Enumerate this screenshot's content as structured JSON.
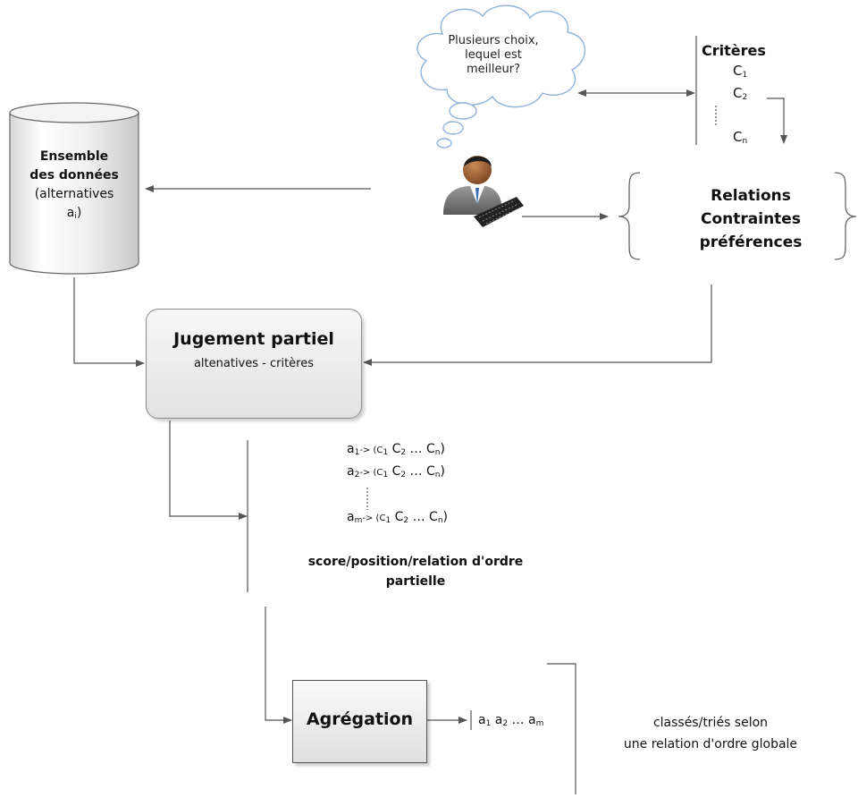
{
  "thought_bubble": {
    "line1": "Plusieurs choix,",
    "line2": "lequel est",
    "line3": "meilleur?"
  },
  "criteria": {
    "title": "Critères",
    "c1": "C",
    "c1_sub": "1",
    "c2": "C",
    "c2_sub": "2",
    "cn": "C",
    "cn_sub": "n"
  },
  "dataset": {
    "line1": "Ensemble",
    "line2": "des données",
    "line3": "(alternatives",
    "line4": "a",
    "line4_sub": "i",
    "line4_end": ")"
  },
  "relations": {
    "line1": "Relations",
    "line2": "Contraintes",
    "line3": "préférences"
  },
  "partial_judgement": {
    "title": "Jugement partiel",
    "subtitle": "altenatives - critères"
  },
  "partial_list": {
    "row1_a": "a",
    "row1_a_sub": "1",
    "row1_rest": "-> (C",
    "row1_c1_sub": "1",
    "row1_mid": " C",
    "row1_c2_sub": "2",
    "row1_dots": " … C",
    "row1_cn_sub": "n",
    "row1_end": ")",
    "row2_a": "a",
    "row2_a_sub": "2",
    "row2_rest": "-> (C",
    "row2_c1_sub": "1",
    "row2_mid": " C",
    "row2_c2_sub": "2",
    "row2_dots": " … C",
    "row2_cn_sub": "n",
    "row2_end": ")",
    "row3_a": "a",
    "row3_a_sub": "m",
    "row3_rest": "-> (C",
    "row3_c1_sub": "1",
    "row3_mid": " C",
    "row3_c2_sub": "2",
    "row3_dots": " … C",
    "row3_cn_sub": "n",
    "row3_end": ")",
    "caption_line1": "score/position/relation d'ordre",
    "caption_line2": "partielle"
  },
  "aggregation": {
    "label": "Agrégation",
    "result_a1": "a",
    "result_a1_sub": "1",
    "result_a2": " a",
    "result_a2_sub": "2",
    "result_dots": " … a",
    "result_am_sub": "m",
    "caption_line1": "classés/triés selon",
    "caption_line2": "une relation d'ordre globale"
  },
  "colors": {
    "line": "#555555",
    "thought_stroke": "#8fb3d9",
    "thought_fill": "#ffffff"
  },
  "icons": {
    "user": "user-at-keyboard-icon"
  }
}
